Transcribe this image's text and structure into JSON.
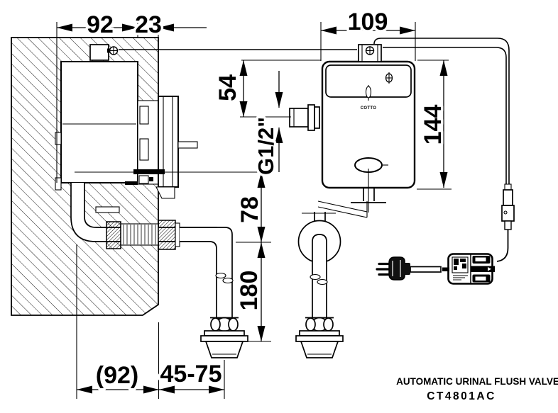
{
  "title_block": {
    "product_name": "AUTOMATIC URINAL FLUSH VALVE",
    "model_code": "CT4801AC"
  },
  "valve_front": {
    "brand_logo": "COTTO"
  },
  "dimensions": {
    "recess_width": "92",
    "cover_plate_depth": "23",
    "body_width": "109",
    "top_to_inlet": "54",
    "inlet_thread": "G1/2\"",
    "body_height": "144",
    "inlet_to_outlet_drop": "78",
    "outlet_pipe_drop": "180",
    "recess_width_ref": "(92)",
    "wall_to_spud": "45-75"
  },
  "colors": {
    "line": "#000000",
    "background": "#ffffff"
  }
}
